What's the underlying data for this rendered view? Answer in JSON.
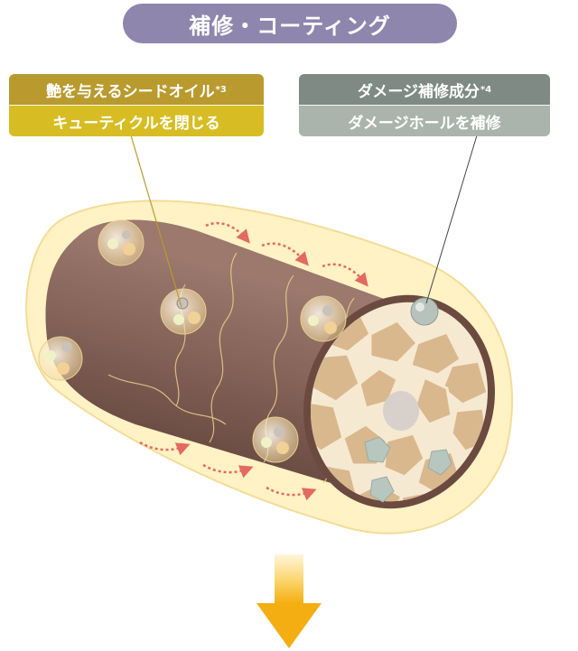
{
  "header": {
    "title": "補修・コーティング"
  },
  "left_label": {
    "line1": "艶を与えるシードオイル",
    "line1_note": "*3",
    "line2": "キューティクルを閉じる"
  },
  "right_label": {
    "line1": "ダメージ補修成分",
    "line1_note": "*4",
    "line2": "ダメージホールを補修"
  },
  "colors": {
    "title_bg": "#8f86ae",
    "left_top": "#b99a2f",
    "left_bottom": "#d7bd23",
    "right_top": "#7e8a83",
    "right_bottom": "#aab4ad",
    "hair": "#7a574d",
    "glow": "#fff2c4",
    "cortex": "#d9b88e",
    "arrow": "#f5b51e"
  }
}
